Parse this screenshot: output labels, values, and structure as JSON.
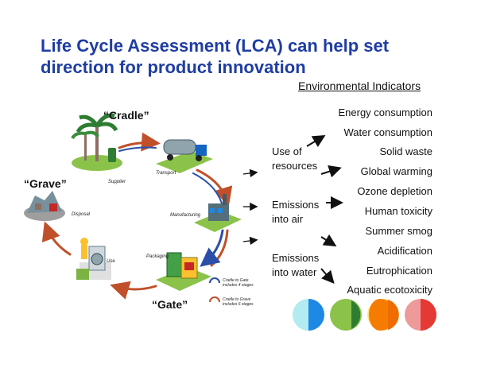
{
  "title": {
    "line1": "Life Cycle Assessment (LCA) can help set",
    "line2": "direction for product innovation"
  },
  "environmental_indicators": {
    "heading": "Environmental Indicators",
    "items": [
      "Energy consumption",
      "Water consumption",
      "Solid waste",
      "Global warming",
      "Ozone depletion",
      "Human toxicity",
      "Summer smog",
      "Acidification",
      "Eutrophication",
      "Aquatic ecotoxicity"
    ]
  },
  "categories": {
    "resources": {
      "line1": "Use of",
      "line2": "resources"
    },
    "air": {
      "line1": "Emissions",
      "line2": "into air"
    },
    "water": {
      "line1": "Emissions",
      "line2": "into water"
    }
  },
  "cycle_labels": {
    "cradle": "“Cradle”",
    "grave": "“Grave”",
    "gate": "“Gate”"
  },
  "stages": {
    "supplier": "Supplier",
    "transport": "Transport",
    "manufacturing": "Manufacturing",
    "packaging": "Packaging",
    "use": "Use",
    "disposal": "Disposal"
  },
  "legend": {
    "gate_title": "Cradle to Gate",
    "gate_sub": "includes 4 stages",
    "grave_title": "Cradle to Grave",
    "grave_sub": "includes 6 stages"
  },
  "colors": {
    "title": "#1f3da3",
    "grave_arrow": "#c0502a",
    "gate_arrow": "#2b4fa8",
    "circle_blue": "#1e88e5",
    "circle_green": "#7cc242",
    "circle_orange": "#f57c00",
    "circle_red": "#e53935"
  }
}
